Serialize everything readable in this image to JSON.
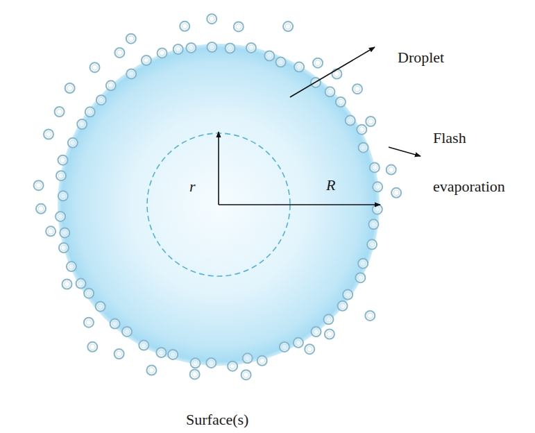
{
  "diagram": {
    "labels": [
      "r",
      "R",
      "Droplet",
      "Flash",
      "evaporation",
      "Surface(s)"
    ]
  }
}
